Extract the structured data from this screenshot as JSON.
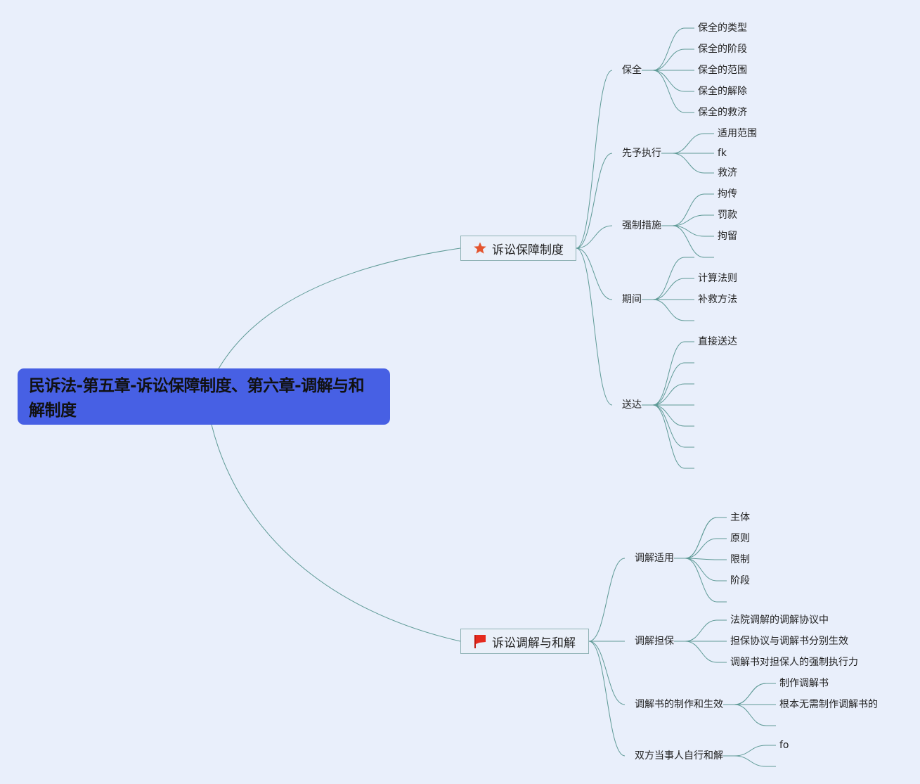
{
  "root": {
    "title": "民诉法-第五章-诉讼保障制度、第六章-调解与和解制度"
  },
  "branches": [
    {
      "label": "诉讼保障制度",
      "icon": "star-icon",
      "icon_color": "#e4552e",
      "children": [
        {
          "label": "保全",
          "children": [
            "保全的类型",
            "保全的阶段",
            "保全的范围",
            "保全的解除",
            "保全的救济"
          ]
        },
        {
          "label": "先予执行",
          "children": [
            "适用范围",
            "fk",
            "救济"
          ]
        },
        {
          "label": "强制措施",
          "children": [
            "拘传",
            "罚款",
            "拘留",
            ""
          ]
        },
        {
          "label": "期间",
          "children": [
            "",
            "计算法则",
            "补救方法",
            ""
          ]
        },
        {
          "label": "送达",
          "children": [
            "直接送达",
            "",
            "",
            "",
            "",
            "",
            ""
          ]
        }
      ]
    },
    {
      "label": "诉讼调解与和解",
      "icon": "flag-icon",
      "icon_color": "#e52a1e",
      "children": [
        {
          "label": "调解适用",
          "children": [
            "",
            "主体",
            "原则",
            "限制",
            "阶段",
            ""
          ]
        },
        {
          "label": "调解担保",
          "children": [
            "法院调解的调解协议中",
            "担保协议与调解书分别生效",
            "调解书对担保人的强制执行力"
          ]
        },
        {
          "label": "调解书的制作和生效",
          "children": [
            "",
            "制作调解书",
            "根本无需制作调解书的",
            ""
          ]
        },
        {
          "label": "双方当事人自行和解",
          "children": [
            "fo",
            ""
          ]
        }
      ]
    }
  ],
  "colors": {
    "background": "#e9effb",
    "root_fill": "#4760e4",
    "connector": "#5e9a96"
  }
}
